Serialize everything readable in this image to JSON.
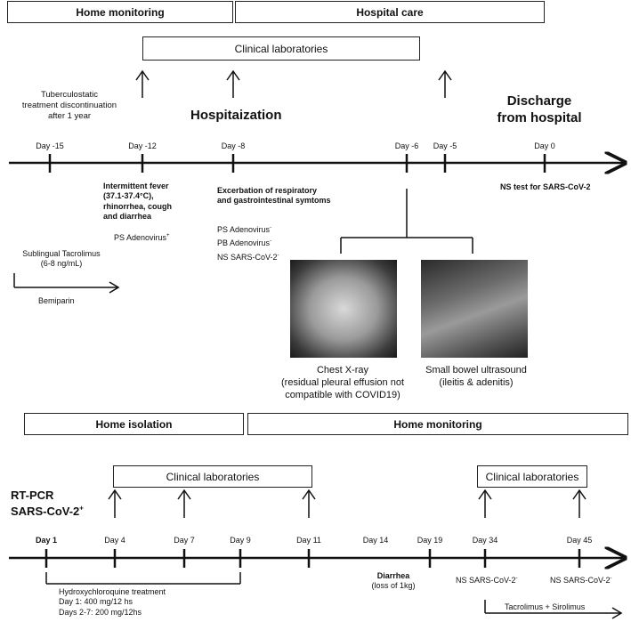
{
  "top": {
    "home_monitoring": "Home monitoring",
    "hospital_care": "Hospital care",
    "clinical_labs": "Clinical laboratories",
    "tuberculostatic": [
      "Tuberculostatic",
      "treatment discontinuation",
      "after 1 year"
    ],
    "hospitalization": "Hospitaization",
    "discharge": [
      "Discharge",
      "from hospital"
    ],
    "days": [
      "Day -15",
      "Day -12",
      "Day -8",
      "Day -6",
      "Day -5",
      "Day 0"
    ],
    "fever": [
      "Intermittent fever",
      "(37.1-37.4°C),",
      "rhinorrhea, cough",
      "and diarrhea"
    ],
    "ps_adeno_plus": "PS Adenovirus",
    "ps_adeno_plus_sup": "+",
    "exacerbation": [
      "Excerbation of respiratory",
      "and gastrointestinal symtoms"
    ],
    "ps_adeno_neg": "PS Adenovirus",
    "pb_adeno_neg": "PB Adenovirus",
    "ns_sars_neg": "NS SARS-CoV-2",
    "neg_sup": "-",
    "ns_test": "NS test for SARS-CoV-2",
    "tacrolimus": [
      "Sublingual Tacrolimus",
      "(6-8 ng/mL)"
    ],
    "bemiparin": "Bemiparin",
    "xray_caption": [
      "Chest X-ray",
      "(residual pleural effusion not",
      "compatible with COVID19)"
    ],
    "us_caption": [
      "Small bowel ultrasound",
      "(ileitis & adenitis)"
    ]
  },
  "bottom": {
    "home_isolation": "Home isolation",
    "home_monitoring": "Home monitoring",
    "clinical_labs": "Clinical laboratories",
    "rtpcr": [
      "RT-PCR",
      "SARS-CoV-2"
    ],
    "rtpcr_sup": "+",
    "days": [
      "Day 1",
      "Day 4",
      "Day 7",
      "Day 9",
      "Day 11",
      "Day 14",
      "Day 19",
      "Day 34",
      "Day 45"
    ],
    "diarrhea": [
      "Diarrhea",
      "(loss of 1kg)"
    ],
    "ns_sars": "NS SARS-CoV-2",
    "neg_sup": "-",
    "hcq": [
      "Hydroxychloroquine treatment",
      "Day 1: 400 mg/12 hs",
      "Days 2-7: 200 mg/12hs"
    ],
    "tacro_siro": "Tacrolimus + Sirolimus"
  }
}
